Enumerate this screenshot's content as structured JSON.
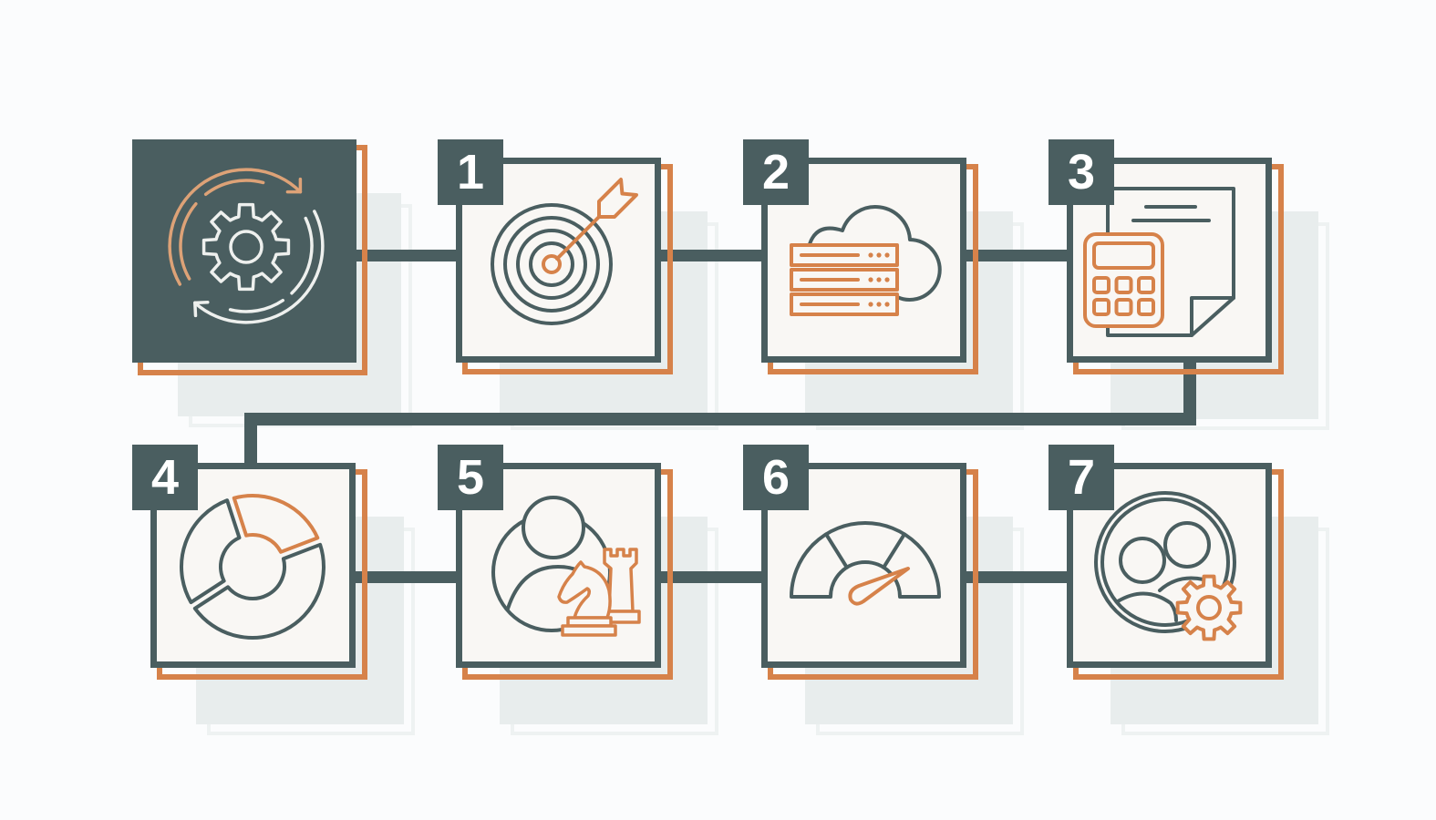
{
  "theme": {
    "dark": "#4a5e60",
    "accent": "#d6824a",
    "box_fill": "#f9f7f4",
    "page_bg": "#fbfcfd",
    "shadow": "#e8eded",
    "shadow_frame": "#eef2f2",
    "icon_light": "#eef0ee",
    "icon_accent_light": "#dda277"
  },
  "start": {
    "icon": "gear-cycle-icon"
  },
  "steps": [
    {
      "number": "1",
      "icon": "target-arrow-icon"
    },
    {
      "number": "2",
      "icon": "cloud-server-icon"
    },
    {
      "number": "3",
      "icon": "calculator-document-icon"
    },
    {
      "number": "4",
      "icon": "donut-chart-icon"
    },
    {
      "number": "5",
      "icon": "person-chess-strategy-icon"
    },
    {
      "number": "6",
      "icon": "speedometer-gauge-icon"
    },
    {
      "number": "7",
      "icon": "team-settings-icon"
    }
  ]
}
